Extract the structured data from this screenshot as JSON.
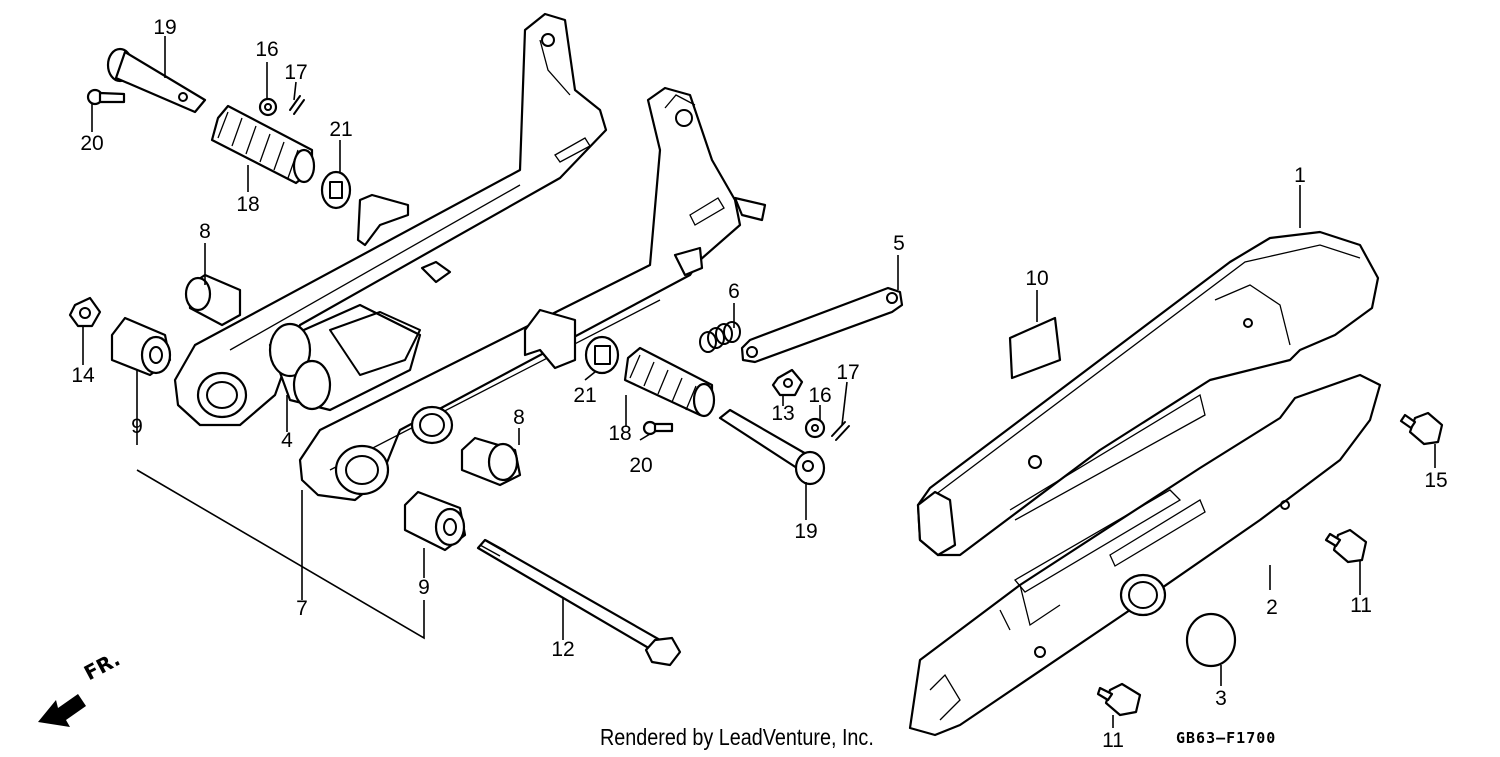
{
  "diagram": {
    "watermark": "Rendered by LeadVenture, Inc.",
    "diagram_code": "GB63–F1700",
    "front_direction": "FR.",
    "callouts": [
      {
        "id": "c1",
        "label": "1"
      },
      {
        "id": "c2",
        "label": "2"
      },
      {
        "id": "c3",
        "label": "3"
      },
      {
        "id": "c4",
        "label": "4"
      },
      {
        "id": "c5",
        "label": "5"
      },
      {
        "id": "c6",
        "label": "6"
      },
      {
        "id": "c7",
        "label": "7"
      },
      {
        "id": "c8a",
        "label": "8"
      },
      {
        "id": "c8b",
        "label": "8"
      },
      {
        "id": "c9a",
        "label": "9"
      },
      {
        "id": "c9b",
        "label": "9"
      },
      {
        "id": "c10",
        "label": "10"
      },
      {
        "id": "c11a",
        "label": "11"
      },
      {
        "id": "c11b",
        "label": "11"
      },
      {
        "id": "c12",
        "label": "12"
      },
      {
        "id": "c13",
        "label": "13"
      },
      {
        "id": "c14",
        "label": "14"
      },
      {
        "id": "c15",
        "label": "15"
      },
      {
        "id": "c16a",
        "label": "16"
      },
      {
        "id": "c16b",
        "label": "16"
      },
      {
        "id": "c17a",
        "label": "17"
      },
      {
        "id": "c17b",
        "label": "17"
      },
      {
        "id": "c18a",
        "label": "18"
      },
      {
        "id": "c18b",
        "label": "18"
      },
      {
        "id": "c19a",
        "label": "19"
      },
      {
        "id": "c19b",
        "label": "19"
      },
      {
        "id": "c20a",
        "label": "20"
      },
      {
        "id": "c20b",
        "label": "20"
      },
      {
        "id": "c21a",
        "label": "21"
      },
      {
        "id": "c21b",
        "label": "21"
      }
    ]
  }
}
